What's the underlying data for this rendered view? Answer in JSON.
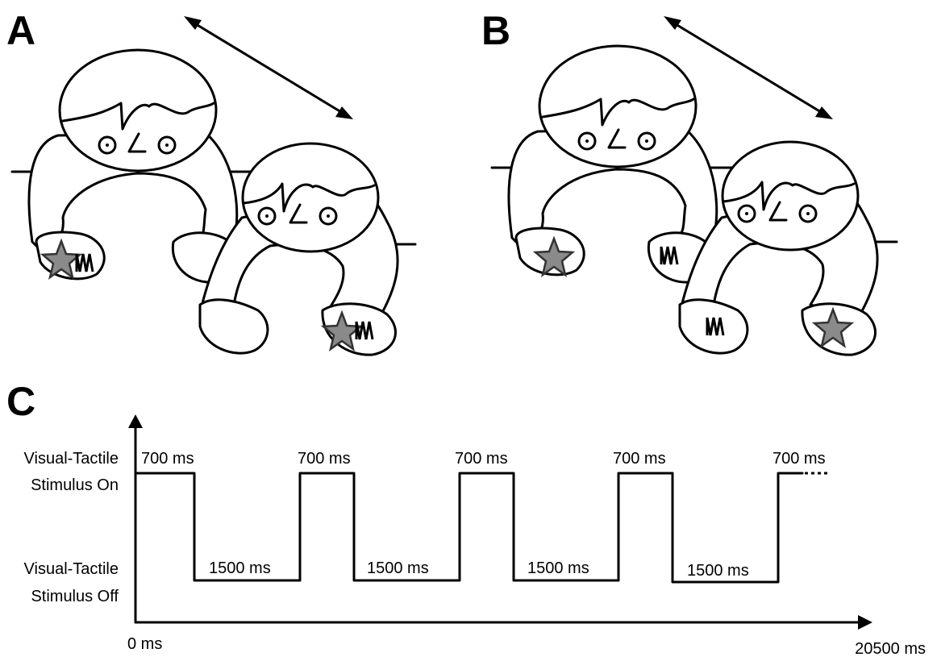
{
  "panels": {
    "a_label": "A",
    "b_label": "B",
    "c_label": "C"
  },
  "panel_a": {
    "condition": "synchronous",
    "stimulated_hands": [
      "star-and-vibration",
      "star-and-vibration"
    ]
  },
  "panel_b": {
    "condition": "asynchronous",
    "stimulated_hands": [
      "star",
      "vibration",
      "vibration",
      "star"
    ]
  },
  "timeline": {
    "on_label_line1": "Visual-Tactile",
    "on_label_line2": "Stimulus On",
    "off_label_line1": "Visual-Tactile",
    "off_label_line2": "Stimulus Off",
    "start_label": "0 ms",
    "end_label": "20500 ms",
    "on_duration_label": "700 ms",
    "off_duration_label": "1500 ms",
    "on_duration_ms": 700,
    "off_duration_ms": 1500,
    "on_pulses_shown": 5,
    "off_gaps_shown": 4,
    "total_ms": 20500
  },
  "colors": {
    "line": "#000000",
    "star_fill": "#8a8a8a",
    "background": "#ffffff"
  }
}
